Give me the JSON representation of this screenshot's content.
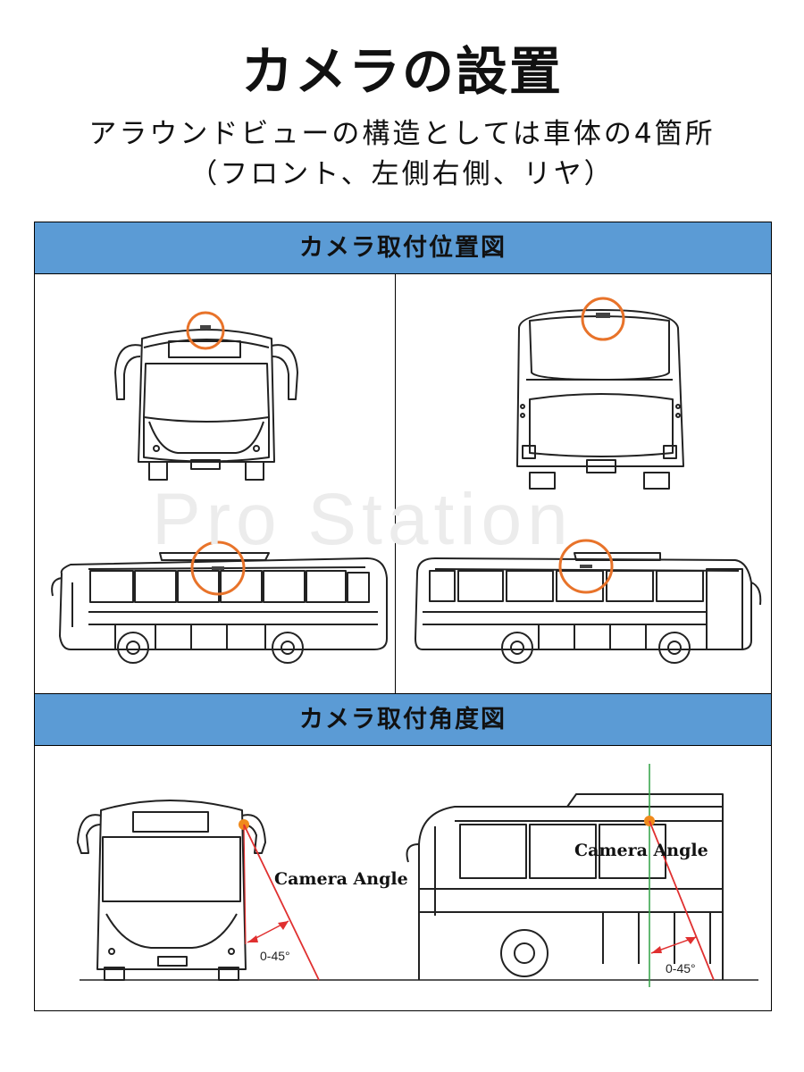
{
  "header": {
    "title": "カメラの設置",
    "subtitle_line1": "アラウンドビューの構造としては車体の4箇所",
    "subtitle_line2": "（フロント、左側右側、リヤ）"
  },
  "sections": {
    "mount_position_title": "カメラ取付位置図",
    "mount_angle_title": "カメラ取付角度図"
  },
  "angle_diagram": {
    "front_label": "Camera  Angle",
    "front_range": "0-45°",
    "side_label": "Camera  Angle",
    "side_range": "0-45°"
  },
  "colors": {
    "band": "#5b9bd5",
    "highlight_circle": "#e8732a",
    "angle_line": "#e03030",
    "guide_line": "#2ea043"
  }
}
